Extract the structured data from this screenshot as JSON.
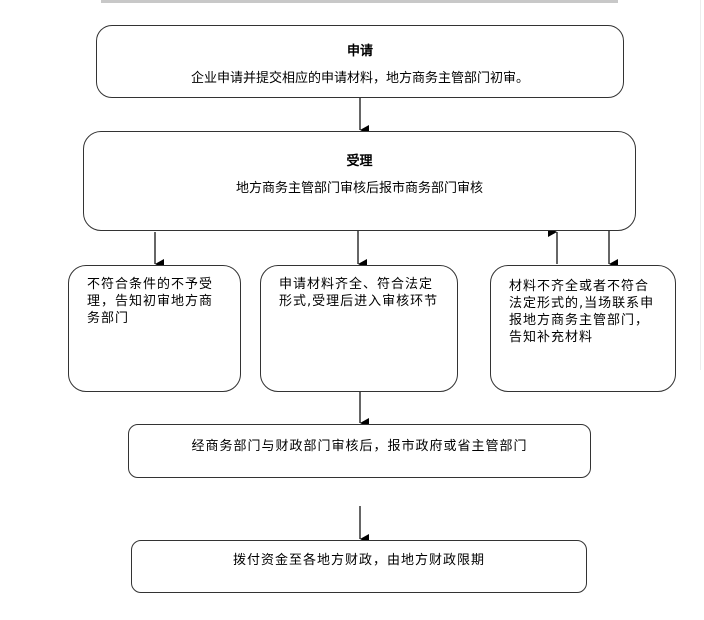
{
  "diagram": {
    "type": "flowchart",
    "nodes": {
      "apply": {
        "title": "申请",
        "desc": "企业申请并提交相应的申请材料，地方商务主管部门初审。"
      },
      "accept": {
        "title": "受理",
        "desc": "地方商务主管部门审核后报市商务部门审核"
      },
      "reject": {
        "text": "不符合条件的不予受理，告知初审地方商务部门"
      },
      "complete": {
        "text": "申请材料齐全、符合法定形式,受理后进入审核环节"
      },
      "incomplete": {
        "text": "材料不齐全或者不符合法定形式的,当场联系申报地方商务主管部门，告知补充材料"
      },
      "review": {
        "text": "经商务部门与财政部门审核后，报市政府或省主管部门"
      },
      "disburse": {
        "text": "拨付资金至各地方财政，由地方财政限期"
      }
    },
    "edges": [
      {
        "from": "apply",
        "to": "accept"
      },
      {
        "from": "accept",
        "to": "reject"
      },
      {
        "from": "accept",
        "to": "complete"
      },
      {
        "from": "accept",
        "to": "incomplete"
      },
      {
        "from": "incomplete",
        "to": "accept"
      },
      {
        "from": "complete",
        "to": "review"
      },
      {
        "from": "review",
        "to": "disburse"
      }
    ]
  }
}
